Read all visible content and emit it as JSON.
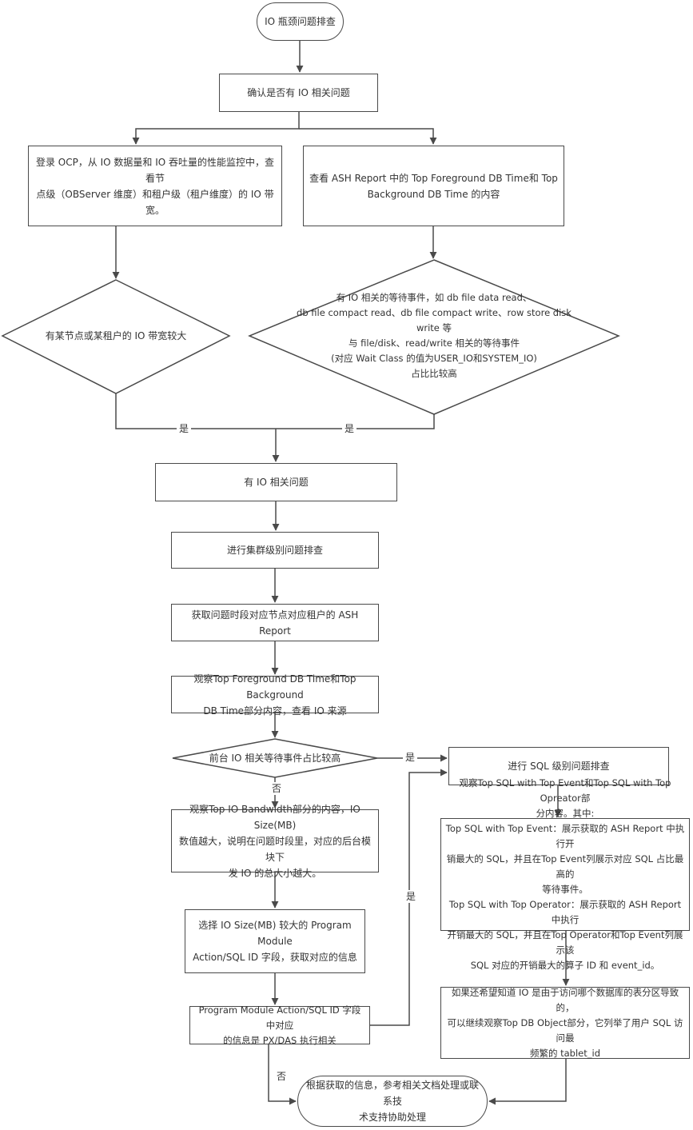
{
  "nodes": {
    "start": "IO 瓶颈问题排查",
    "confirm": "确认是否有 IO 相关问题",
    "ocp": "登录 OCP，从 IO 数据量和 IO 吞吐量的性能监控中，查看节\n点级（OBServer 维度）和租户级（租户维度）的 IO 带宽。",
    "ash_view": "查看 ASH Report 中的 Top Foreground DB Time和 Top\nBackground DB Time 的内容",
    "bw_high": "有某节点或某租户的 IO 带宽较大",
    "wait_events": "有 IO 相关的等待事件，如 db file data read、\ndb file compact read、db file compact write、row store disk write 等\n与 file/disk、read/write 相关的等待事件\n(对应 Wait Class 的值为USER_IO和SYSTEM_IO)\n占比比较高",
    "has_io": "有 IO 相关问题",
    "cluster": "进行集群级别问题排查",
    "get_ash": "获取问题时段对应节点对应租户的 ASH Report",
    "observe_top": "观察Top Foreground DB Time和Top Background\nDB Time部分内容，查看 IO 来源",
    "fg_high": "前台 IO 相关等待事件占比较高",
    "sql_level": "进行 SQL 级别问题排查",
    "bandwidth": "观察Top IO Bandwidth部分的内容，IO Size(MB)\n数值越大，说明在问题时段里，对应的后台模块下\n发 IO 的总大小越大。",
    "select_pm": "选择 IO Size(MB) 较大的 Program Module\nAction/SQL ID 字段，获取对应的信息",
    "pxdas": "Program Module Action/SQL ID 字段中对应\n的信息是 PX/DAS 执行相关",
    "top_sql": "观察Top SQL with Top Event和Top SQL with Top Opreator部\n分内容。其中:\nTop SQL with Top Event：展示获取的 ASH Report 中执行开\n销最大的 SQL，并且在Top Event列展示对应 SQL 占比最高的\n等待事件。\nTop SQL with Top Operator：展示获取的 ASH Report 中执行\n开销最大的 SQL，并且在Top Operator和Top Event列展示该\nSQL 对应的开销最大的算子 ID 和 event_id。",
    "db_object": "如果还希望知道 IO 是由于访问哪个数据库的表分区导致的，\n可以继续观察Top DB Object部分，它列举了用户 SQL 访问最\n频繁的 tablet_id",
    "final": "根据获取的信息，参考相关文档处理或联系技\n术支持协助处理"
  },
  "labels": {
    "yes_left": "是",
    "yes_right": "是",
    "yes_fg": "是",
    "no_fg": "否",
    "yes_pxdas": "是",
    "no_pxdas": "否"
  },
  "colors": {
    "stroke": "#4a4a4a",
    "text": "#333333",
    "background": "#ffffff"
  }
}
